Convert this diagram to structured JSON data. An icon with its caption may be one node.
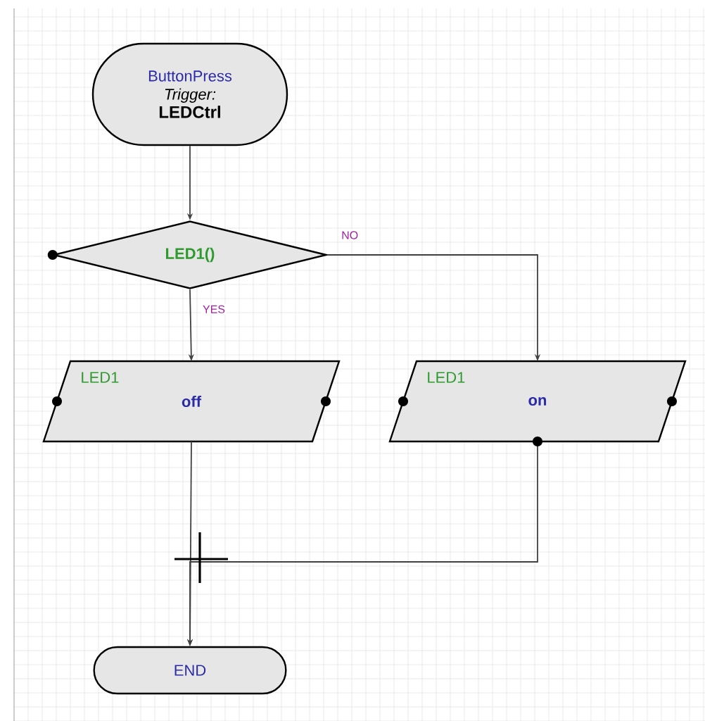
{
  "diagram": {
    "nodes": [
      {
        "text": [
          "ButtonPress",
          "Trigger:",
          "LEDCtrl"
        ]
      },
      {
        "text": [
          "LED1()"
        ]
      },
      {
        "text": [
          "LED1",
          "off"
        ]
      },
      {
        "text": [
          "LED1",
          "on"
        ]
      },
      {
        "text": [
          "END"
        ]
      }
    ],
    "edges": [
      {
        "from": 0,
        "to": 1,
        "arrow": "to"
      },
      {
        "from": 1,
        "to": 2,
        "arrow": "to",
        "label": "YES"
      },
      {
        "from": 1,
        "to": 3,
        "arrow": "to",
        "label": "NO"
      },
      {
        "from": 2,
        "to": 4,
        "arrow": "to"
      },
      {
        "from": 3,
        "to": 4,
        "arrow": "to"
      }
    ]
  }
}
